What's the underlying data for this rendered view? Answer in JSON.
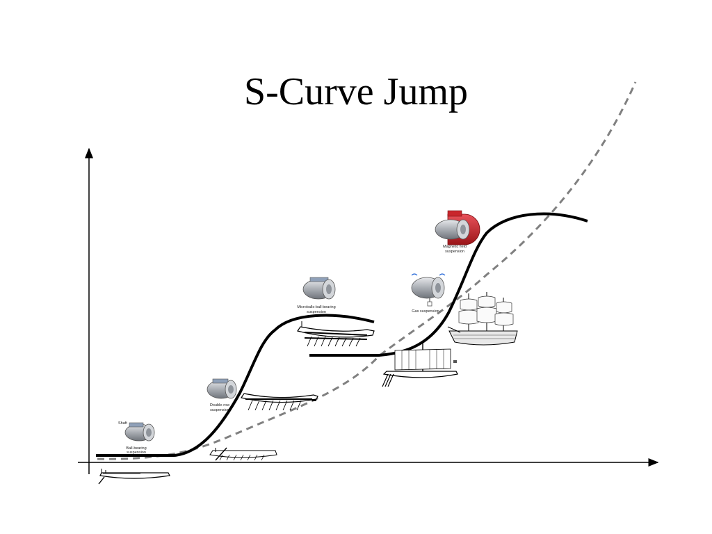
{
  "title": "S-Curve Jump",
  "bearings": [
    {
      "id": "ball",
      "shaft_label": "Shaft",
      "label_line1": "Ball-bearing",
      "label_line2": "suspension"
    },
    {
      "id": "double",
      "label_line1": "Double-row",
      "label_line2": "suspension"
    },
    {
      "id": "micro",
      "label_line1": "Microballs-ball-bearing",
      "label_line2": "suspension"
    },
    {
      "id": "gas",
      "label_line1": "Gas suspension",
      "label_line2": ""
    },
    {
      "id": "magnetic",
      "label_line1": "Magnetic field",
      "label_line2": "suspension"
    }
  ],
  "colors": {
    "curve": "#000000",
    "dashed_trend": "#808080",
    "bearing_body": "#a9adb3",
    "magnet_red": "#c9262c"
  },
  "icons": [
    "ball-bearing-icon",
    "double-row-bearing-icon",
    "microball-bearing-icon",
    "gas-bearing-icon",
    "magnetic-bearing-icon",
    "rowing-boat-icon",
    "galley-icon",
    "bireme-icon",
    "trireme-icon",
    "sailing-ship-icon",
    "galleon-icon"
  ]
}
